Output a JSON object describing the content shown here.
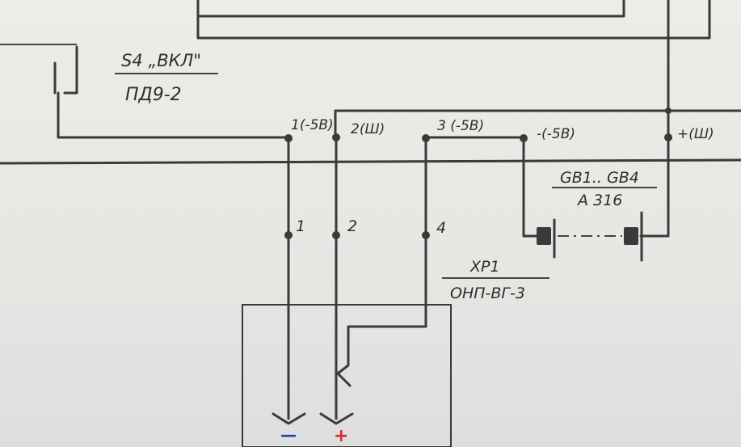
{
  "switch": {
    "ref": "S4 „ВКЛ\"",
    "type": "ПД9-2"
  },
  "pins": {
    "p1": "1(-5В)",
    "p2": "2(Ш)",
    "p3": "3 (-5В)",
    "minus": "-(-5В)",
    "plus": "+(Ш)"
  },
  "wires": {
    "w1": "1",
    "w2": "2",
    "w4": "4"
  },
  "battery": {
    "ref": "GB1.. GB4",
    "type": "А 316"
  },
  "connector": {
    "ref": "XP1",
    "type": "ОНП-ВГ-3"
  },
  "polarity": {
    "minus": "—",
    "plus": "+"
  },
  "colors": {
    "minus": "#1f3fbf",
    "plus": "#e0262a",
    "ink": "#3a3a3a"
  }
}
